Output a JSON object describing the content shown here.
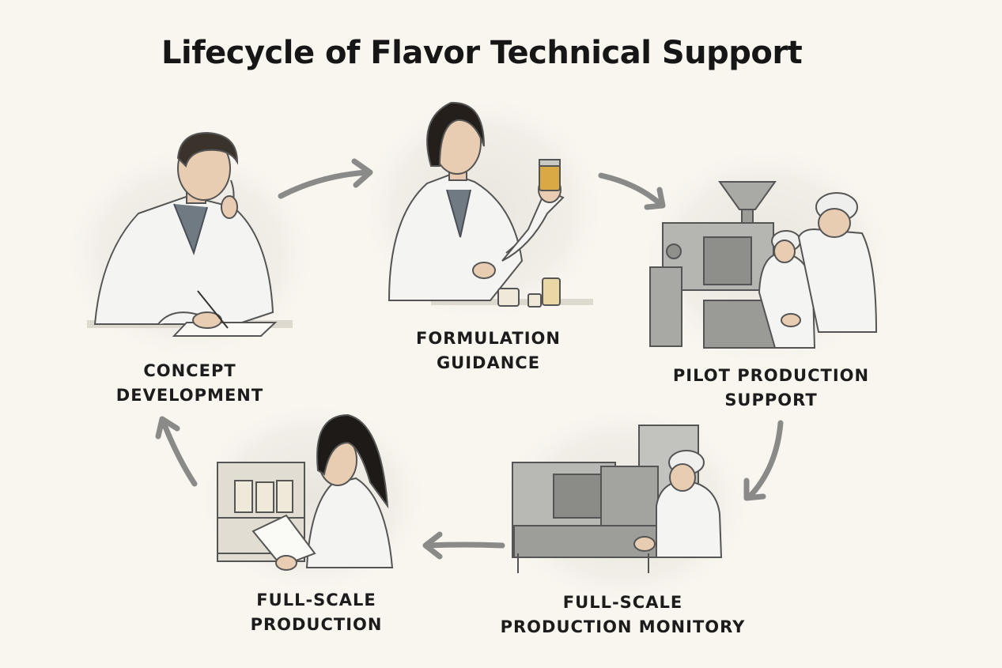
{
  "title": "Lifecycle of Flavor Technical Support",
  "stages": [
    {
      "id": "concept",
      "line1": "CONCEPT",
      "line2": "DEVELOPMENT"
    },
    {
      "id": "formulation",
      "line1": "FORMULATION",
      "line2": "GUIDANCE"
    },
    {
      "id": "pilot",
      "line1": "PILOT PRODUCTION",
      "line2": "SUPPORT"
    },
    {
      "id": "monitor",
      "line1": "FULL-SCALE",
      "line2": "PRODUCTION MONITORY"
    },
    {
      "id": "fullscale",
      "line1": "FULL-SCALE",
      "line2": "PRODUCTION"
    }
  ],
  "colors": {
    "background": "#f8f6ef",
    "arrow": "#8a8a88",
    "text": "#1c1c1c",
    "coat": "#f4f4f2",
    "ink": "#555555"
  },
  "icons": [
    "scientist-writing-illustration",
    "scientist-sample-illustration",
    "pilot-machine-illustration",
    "production-machine-illustration",
    "scientist-clipboard-illustration"
  ]
}
